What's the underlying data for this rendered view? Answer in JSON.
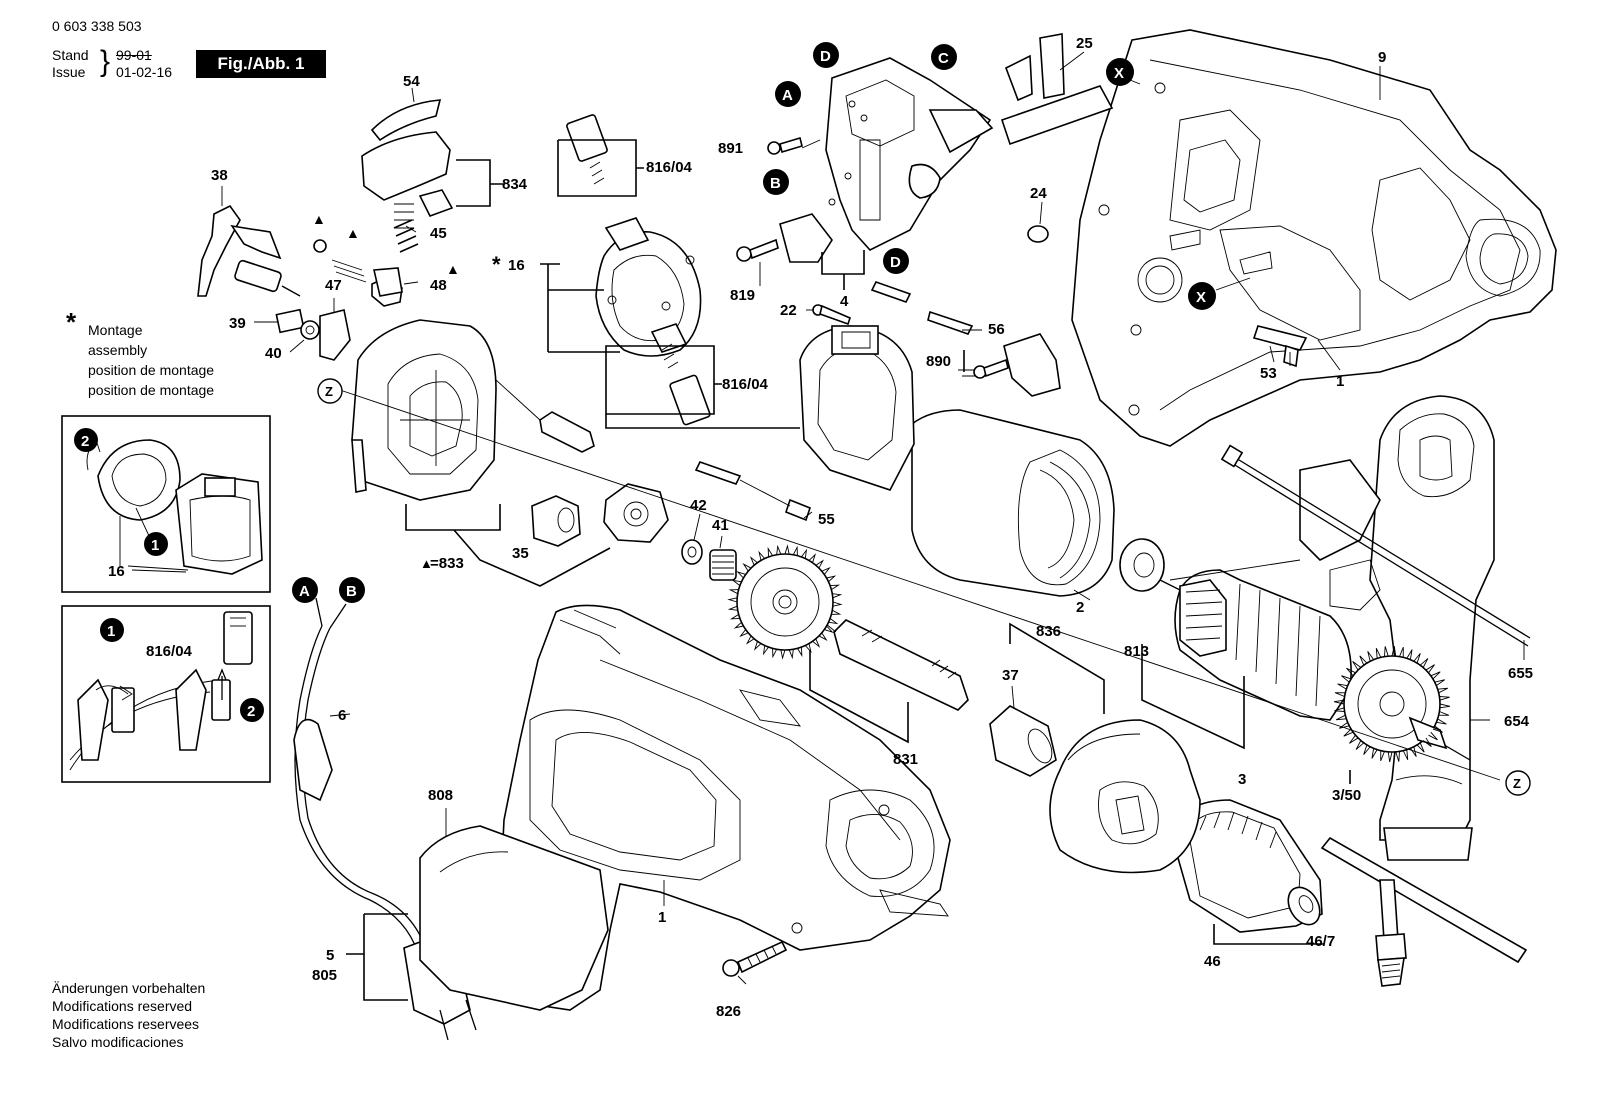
{
  "header": {
    "part_number": "0 603 338 503",
    "stand_label": "Stand",
    "stand_value": "99-01",
    "issue_label": "Issue",
    "issue_value": "01-02-16",
    "figure_title": "Fig./Abb. 1"
  },
  "assembly_note": {
    "symbol": "*",
    "lines": [
      "Montage",
      "assembly",
      "position de montage",
      "position de montage"
    ]
  },
  "footer": {
    "lines": [
      "Änderungen vorbehalten",
      "Modifications reserved",
      "Modifications reservees",
      "Salvo modificaciones"
    ]
  },
  "markers": {
    "A": "A",
    "B": "B",
    "C": "C",
    "D": "D",
    "X": "X",
    "Z": "Z",
    "step1": "1",
    "step2": "2",
    "triangle": "▲"
  },
  "part_labels": {
    "p9": "9",
    "p25": "25",
    "p54": "54",
    "p38": "38",
    "p834": "834",
    "p45": "45",
    "p816_04": "816/04",
    "p16": "16",
    "p891": "891",
    "p48": "48",
    "p47": "47",
    "p39": "39",
    "p40": "40",
    "p24": "24",
    "p819": "819",
    "p4": "4",
    "p22": "22",
    "p56": "56",
    "p890": "890",
    "p53": "53",
    "p1": "1",
    "p42": "42",
    "p41": "41",
    "p55": "55",
    "p35": "35",
    "p833": "=833",
    "p836": "836",
    "p2": "2",
    "p813": "813",
    "p37": "37",
    "p831": "831",
    "p6": "6",
    "p808": "808",
    "p5": "5",
    "p805": "805",
    "p826": "826",
    "p46": "46",
    "p46_7": "46/7",
    "p3": "3",
    "p3_50": "3/50",
    "p655": "655",
    "p654": "654"
  }
}
